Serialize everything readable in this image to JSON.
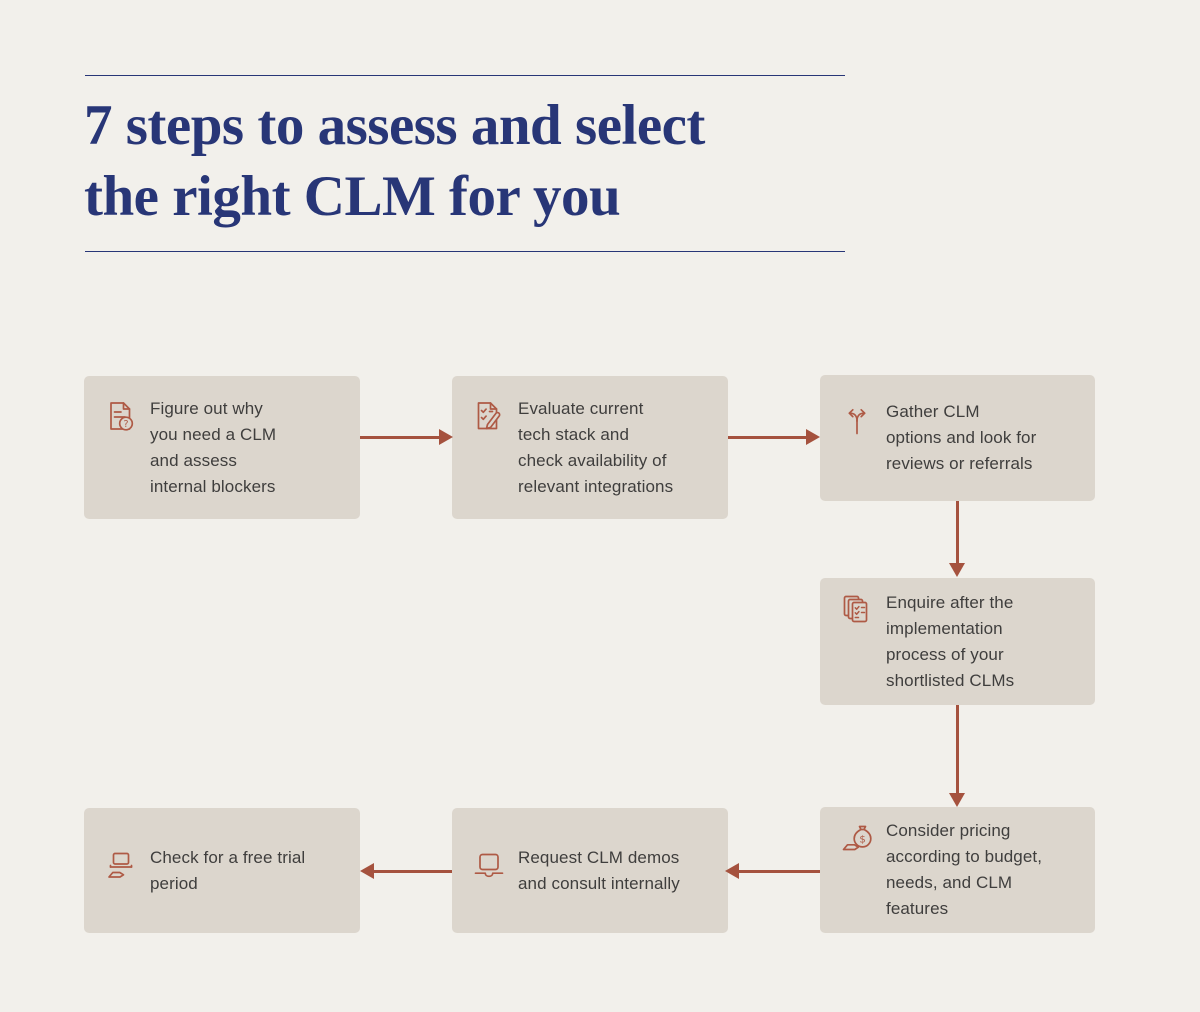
{
  "header": {
    "title_lines": [
      "7 steps to assess and select",
      "the right CLM for you"
    ]
  },
  "colors": {
    "background": "#f2f0eb",
    "title_navy": "#283677",
    "box_fill": "#dcd6cd",
    "arrow_rust": "#a5523e",
    "icon_rust": "#ae5a45",
    "body_text": "#3f3e3d"
  },
  "steps": [
    {
      "icon": "document-question-icon",
      "lines": [
        "Figure out why",
        "you need a CLM",
        "and assess",
        "internal blockers"
      ]
    },
    {
      "icon": "checklist-pencil-icon",
      "lines": [
        "Evaluate current",
        "tech stack and",
        "check availability of",
        "relevant integrations"
      ]
    },
    {
      "icon": "split-arrows-icon",
      "lines": [
        "Gather CLM",
        "options and look for",
        "reviews or referrals"
      ]
    },
    {
      "icon": "stacked-checklists-icon",
      "lines": [
        "Enquire after the",
        "implementation",
        "process of your",
        "shortlisted CLMs"
      ]
    },
    {
      "icon": "money-bag-hand-icon",
      "lines": [
        "Consider pricing",
        "according to budget,",
        "needs, and CLM",
        "features"
      ]
    },
    {
      "icon": "laptop-icon",
      "lines": [
        "Request CLM demos",
        "and consult internally"
      ]
    },
    {
      "icon": "device-hand-icon",
      "lines": [
        "Check for a free trial",
        "period"
      ]
    }
  ]
}
